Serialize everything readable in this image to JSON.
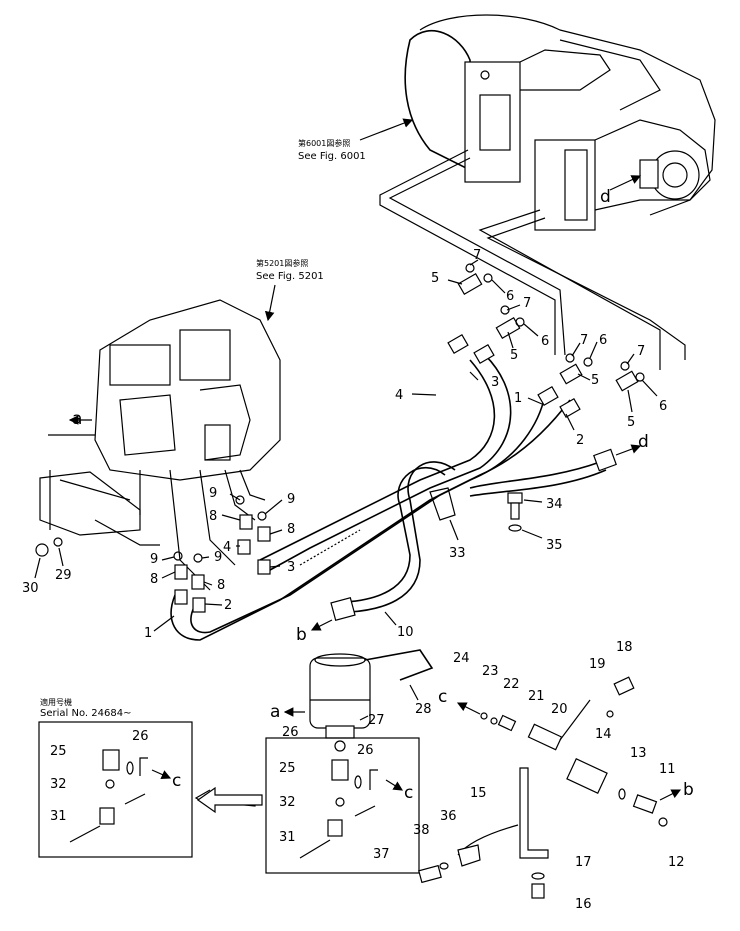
{
  "references": {
    "fig6001_jp": "第6001図参照",
    "fig6001": "See Fig. 6001",
    "fig5201_jp": "第5201図参照",
    "fig5201": "See Fig. 5201"
  },
  "serial_note": {
    "jp": "適用号機",
    "text": "Serial No. 24684~"
  },
  "connections": {
    "a": "a",
    "b": "b",
    "c": "c",
    "d": "d"
  },
  "callouts": {
    "p1": "1",
    "p2": "2",
    "p3": "3",
    "p4": "4",
    "p5": "5",
    "p6": "6",
    "p7": "7",
    "p8": "8",
    "p9": "9",
    "p10": "10",
    "p11": "11",
    "p12": "12",
    "p13": "13",
    "p14": "14",
    "p15": "15",
    "p16": "16",
    "p17": "17",
    "p18": "18",
    "p19": "19",
    "p20": "20",
    "p21": "21",
    "p22": "22",
    "p23": "23",
    "p24": "24",
    "p25": "25",
    "p26": "26",
    "p27": "27",
    "p28": "28",
    "p29": "29",
    "p30": "30",
    "p31": "31",
    "p32": "32",
    "p33": "33",
    "p34": "34",
    "p35": "35",
    "p36": "36",
    "p37": "37",
    "p38": "38"
  }
}
